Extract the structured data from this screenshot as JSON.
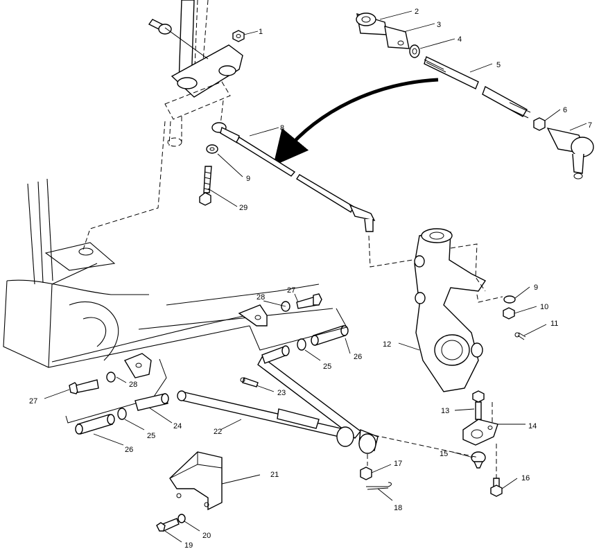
{
  "callouts": [
    "1",
    "2",
    "3",
    "4",
    "5",
    "6",
    "7",
    "8",
    "9",
    "29",
    "9",
    "10",
    "11",
    "12",
    "13",
    "14",
    "15",
    "16",
    "17",
    "18",
    "28",
    "27",
    "26",
    "25",
    "23",
    "28",
    "27",
    "24",
    "25",
    "26",
    "22",
    "21",
    "20",
    "19"
  ]
}
